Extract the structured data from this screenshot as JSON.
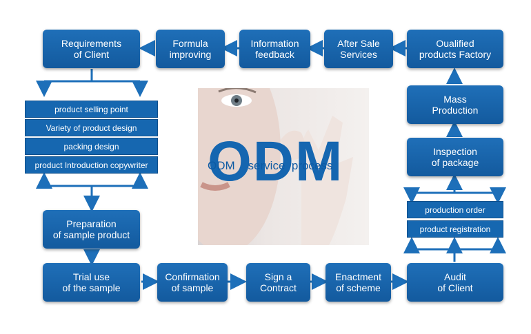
{
  "boxes": {
    "requirements": "Requirements\nof Client",
    "formula": "Formula\nimproving",
    "info_feedback": "Information\nfeedback",
    "after_sale": "After Sale\nServices",
    "qualified": "Oualified\nproducts Factory",
    "mass": "Mass\nProduction",
    "inspection": "Inspection\nof package",
    "preparation": "Preparation\nof sample product",
    "trial": "Trial use\nof the sample",
    "confirmation": "Confirmation\nof sample",
    "contract": "Sign a\nContract",
    "enactment": "Enactment\nof scheme",
    "audit": "Audit\nof Client"
  },
  "left_list": [
    "product selling point",
    "Variety of product design",
    "packing design",
    "product Introduction copywriter"
  ],
  "right_list": [
    "production order",
    "product registration"
  ],
  "center": {
    "big": "ODM",
    "caption": "ODM    service  process"
  },
  "colors": {
    "box_blue": "#1667b0",
    "arrow_blue": "#1d6fb9"
  }
}
